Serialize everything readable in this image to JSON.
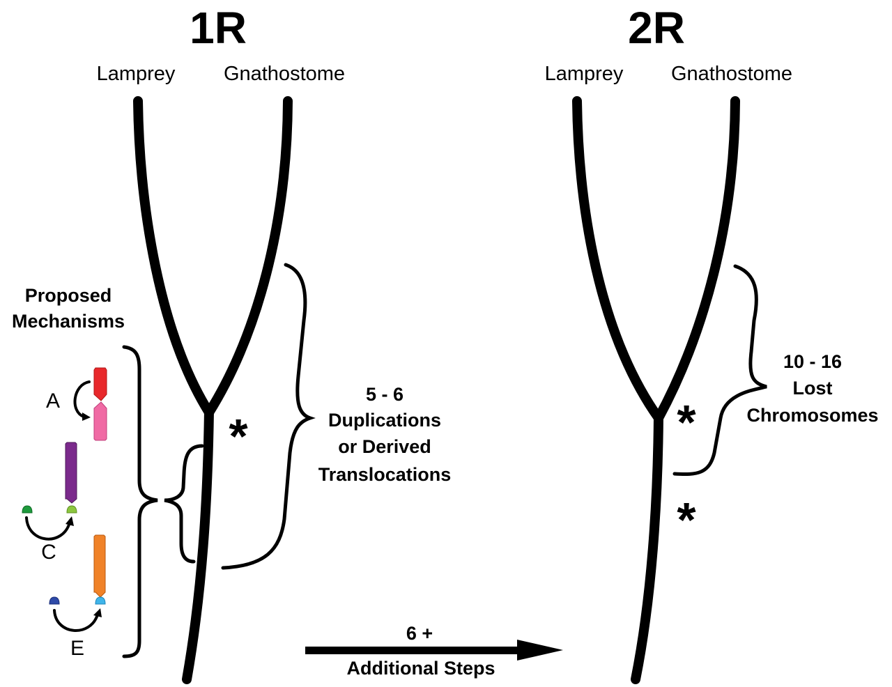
{
  "panels": [
    {
      "title": "1R",
      "left_taxon": "Lamprey",
      "right_taxon": "Gnathostome"
    },
    {
      "title": "2R",
      "left_taxon": "Lamprey",
      "right_taxon": "Gnathostome"
    }
  ],
  "proposed_mechanisms": {
    "heading_line1": "Proposed",
    "heading_line2": "Mechanisms",
    "items": [
      {
        "label": "A",
        "colors": [
          "#e8282b",
          "#f06aa4"
        ]
      },
      {
        "label": "C",
        "colors": [
          "#7b2a8c",
          "#1e9a3c",
          "#8cc63f"
        ]
      },
      {
        "label": "E",
        "colors": [
          "#f08228",
          "#2e4aa8",
          "#3fb5ea"
        ]
      }
    ]
  },
  "annotations": {
    "duplications": [
      "5 - 6",
      "Duplications",
      "or Derived",
      "Translocations"
    ],
    "lost": [
      "10 - 16",
      "Lost",
      "Chromosomes"
    ],
    "steps_top": "6 +",
    "steps_bottom": "Additional Steps",
    "asterisk": "*"
  }
}
